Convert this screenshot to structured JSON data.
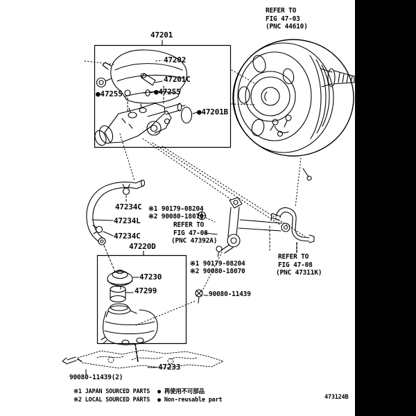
{
  "doc": {
    "code": "473124B"
  },
  "colors": {
    "ink": "#000000",
    "paper": "#ffffff",
    "right_bar": "#000000"
  },
  "callouts": {
    "assembly": "47201",
    "reservoir_sub_assy": "47202",
    "grommet_c": "47201C",
    "grommet": "●47255",
    "oring": "●47201B",
    "clamp": "47234C",
    "hose": "47234L",
    "reservoir_assy": "47220D",
    "cap": "47230",
    "strainer": "47299",
    "bracket_gasket": "47233"
  },
  "notes": {
    "screw_japan": "※1 90179-08204",
    "screw_local": "※2 90080-18070",
    "bolt": "90080-11439",
    "bolt_x2": "90080-11439(2)"
  },
  "refs": {
    "booster": [
      "REFER TO",
      "FIG 47-03",
      "(PNC 44610)"
    ],
    "bracket": [
      "REFER TO",
      "FIG 47-08",
      "(PNC 47392A)"
    ],
    "tube": [
      "REFER TO",
      "FIG 47-08",
      "(PNC 47311K)"
    ]
  },
  "legend": {
    "japan": "※1 JAPAN SOURCED PARTS",
    "local": "※2 LOCAL SOURCED PARTS",
    "nonreusable_jp": "● 再使用不可部品",
    "nonreusable_en": "● Non-reusable part"
  }
}
